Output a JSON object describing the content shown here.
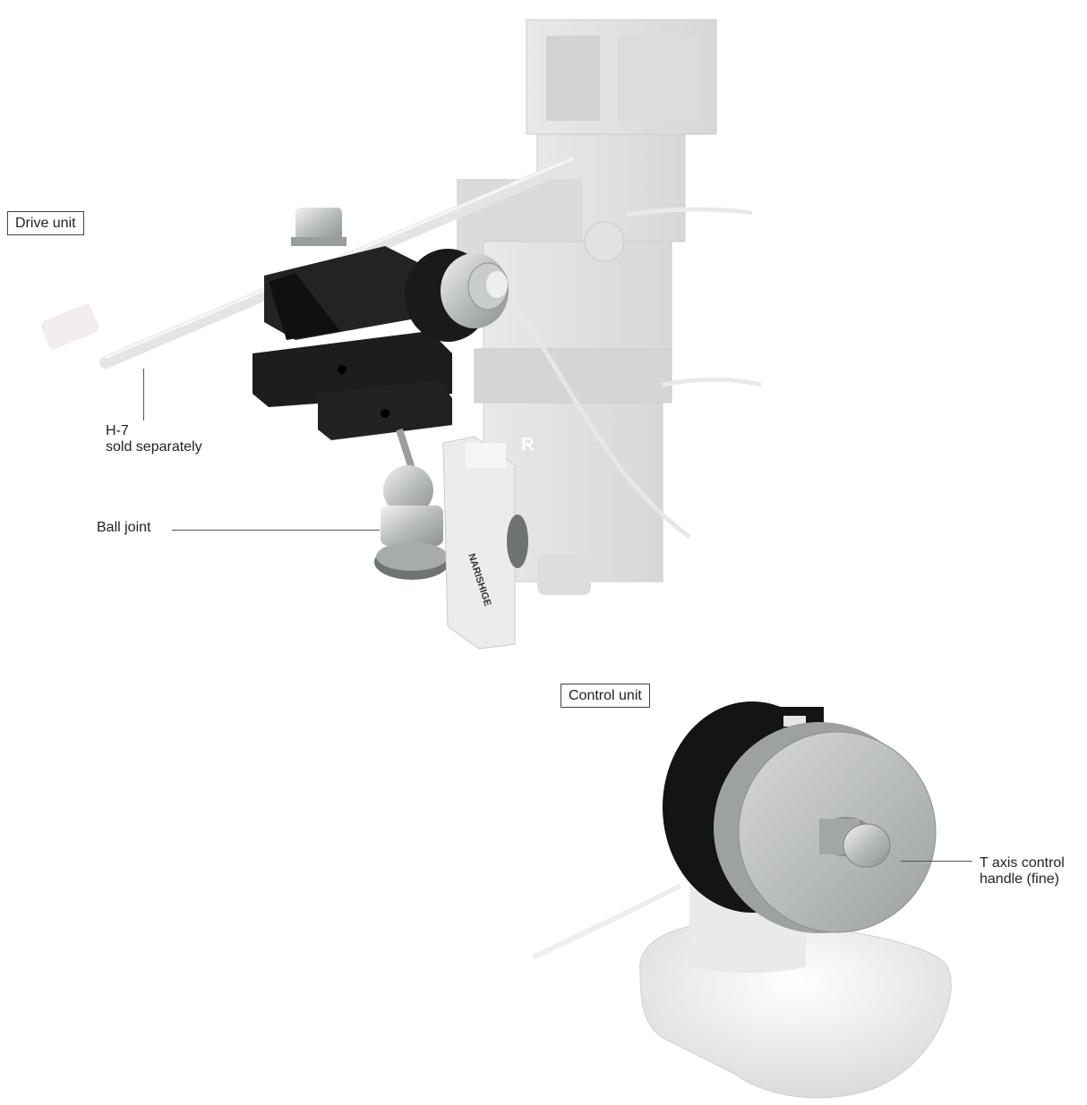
{
  "labels": {
    "drive_unit": "Drive unit",
    "h7_line1": "H-7",
    "h7_line2": "sold separately",
    "ball_joint": "Ball joint",
    "control_unit": "Control unit",
    "t_axis_line1": "T axis control",
    "t_axis_line2": "handle (fine)"
  },
  "device_markings": {
    "brand": "NARISHIGE",
    "side_letter": "R"
  },
  "colors": {
    "background": "#ffffff",
    "black_anodized": "#1c1c1c",
    "ghost_gray": "#d9dcdb",
    "aluminum": "#bfc2c2",
    "leader_line": "#555555"
  }
}
